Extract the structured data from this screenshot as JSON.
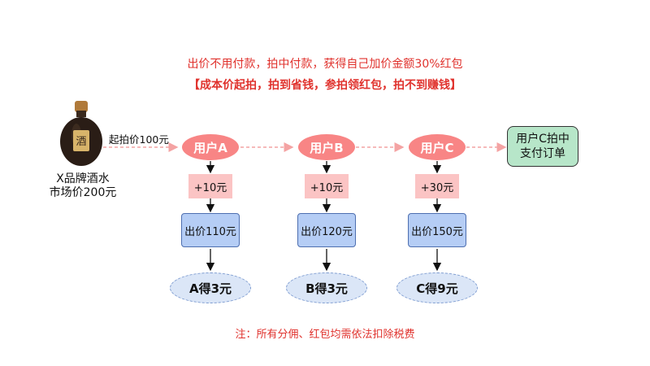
{
  "headline": {
    "line1": "出价不用付款，拍中付款，获得自己加价金额30%红包",
    "line2": "【成本价起拍，拍到省钱，参拍领红包，拍不到赚钱】"
  },
  "product": {
    "bottle_label": "酒",
    "name": "X品牌酒水",
    "market_price": "市场价200元"
  },
  "start_price": "起拍价100元",
  "flow": [
    {
      "user": "用户A",
      "increment": "+10元",
      "bid": "出价110元",
      "reward": "A得3元"
    },
    {
      "user": "用户B",
      "increment": "+10元",
      "bid": "出价120元",
      "reward": "B得3元"
    },
    {
      "user": "用户C",
      "increment": "+30元",
      "bid": "出价150元",
      "reward": "C得9元"
    }
  ],
  "final_box": {
    "line1": "用户C拍中",
    "line2": "支付订单"
  },
  "note": "注：所有分佣、红包均需依法扣除税费",
  "colors": {
    "red_text": "#e0322d",
    "user_fill": "#f88585",
    "increment_fill": "#fbc4c4",
    "bid_fill": "#b5cdf5",
    "reward_fill": "#dbe6f7",
    "final_fill": "#b7e6c9",
    "dashed_arrow": "#f4a3a3"
  }
}
